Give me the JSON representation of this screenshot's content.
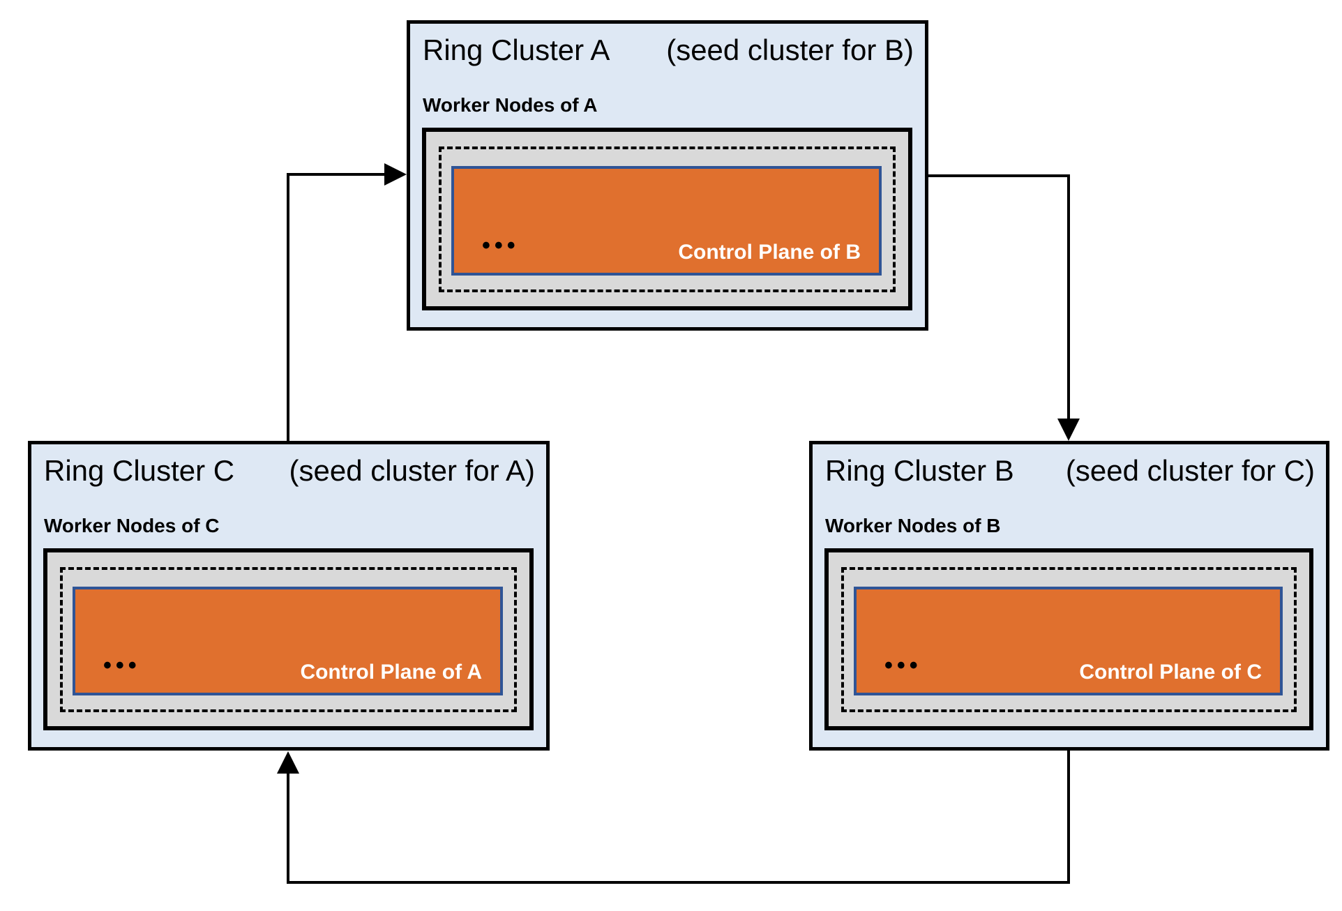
{
  "diagram": {
    "clusters": [
      {
        "id": "A",
        "title": "Ring Cluster A",
        "subtitle": "(seed cluster for B)",
        "worker_label": "Worker Nodes of A",
        "control_plane_label": "Control Plane of B",
        "dots": "•••"
      },
      {
        "id": "C",
        "title": "Ring Cluster C",
        "subtitle": "(seed cluster for A)",
        "worker_label": "Worker Nodes of C",
        "control_plane_label": "Control Plane of A",
        "dots": "•••"
      },
      {
        "id": "B",
        "title": "Ring Cluster B",
        "subtitle": "(seed cluster for C)",
        "worker_label": "Worker Nodes of B",
        "control_plane_label": "Control Plane of C",
        "dots": "•••"
      }
    ],
    "arrows": [
      {
        "name": "arrow-c-to-a",
        "from": "C",
        "to": "A"
      },
      {
        "name": "arrow-a-to-b",
        "from": "A",
        "to": "B"
      },
      {
        "name": "arrow-b-to-c",
        "from": "B",
        "to": "C"
      }
    ],
    "colors": {
      "cluster_fill": "#dee8f4",
      "node_pool_fill": "#d9d9d9",
      "control_plane_fill": "#e0702e",
      "control_plane_border": "#2f5496",
      "line_color": "#000000"
    }
  }
}
